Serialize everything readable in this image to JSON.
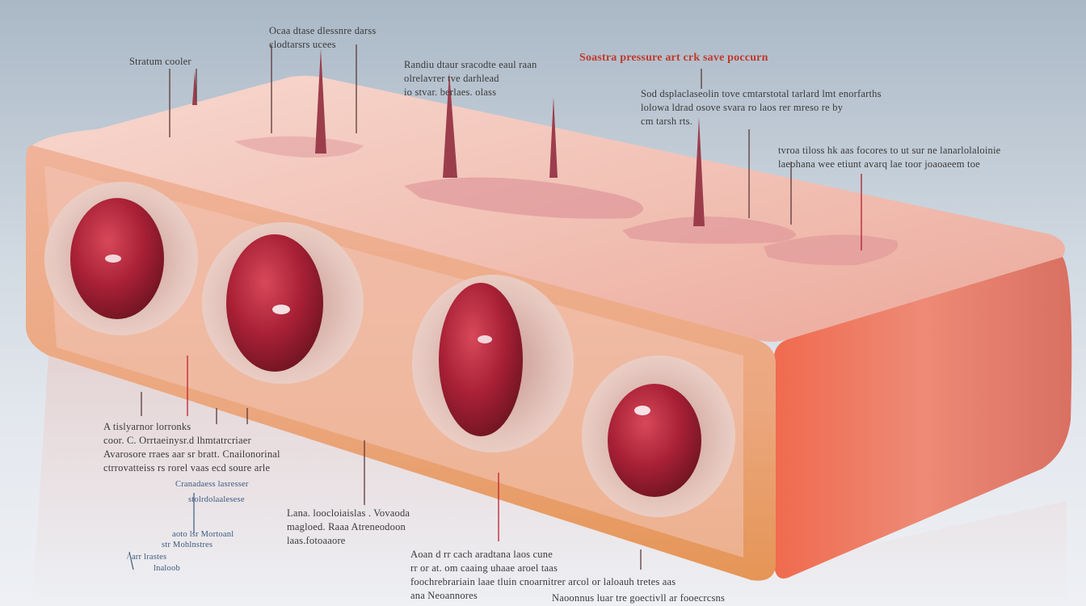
{
  "colors": {
    "title_red": "#c0392b",
    "label_text": "#3a3a3a",
    "blue_text": "#3d5a80",
    "tissue_top": "#f3c9c0",
    "tissue_side": "#e8876f",
    "tissue_rim": "#f1b35a",
    "lesion": "#b02838"
  },
  "labels": [
    {
      "id": "top-left-short",
      "text": "Stratum cooler"
    },
    {
      "id": "top-center-a",
      "text": "Ocaa dtase dlessnre darss\nclodtarsrs ucees"
    },
    {
      "id": "top-center-b",
      "text": "Randiu dtaur sracodte eaul raan\nolrelavrer tve darhlead\nio stvar. berlaes. olass"
    },
    {
      "id": "top-right-title",
      "text": "Soastra pressure art crk save poccurn"
    },
    {
      "id": "top-right-desc",
      "text": "Sod dsplaclaseolin tove cmtarstotal tarlard lmt enorfarths\nlolowa ldrad osove svara ro laos rer mreso re by\ncm tarsh rts."
    },
    {
      "id": "right-mid",
      "text": "tvroa tiloss hk aas focores to ut sur ne lanarlolaloinie\nlaeohana wee etiunt avarq lae toor joaoaeem toe"
    },
    {
      "id": "bottom-left-a",
      "text": "A tislyarnor lorronks\ncoor. C. Orrtaeinysr.d lhmtatrcriaer\nAvarosore rraes aar sr bratt. Cnailonorinal\nctrrovatteiss rs rorel vaas ecd soure arle"
    },
    {
      "id": "bottom-left-b",
      "text": "Cranadaess lasresser"
    },
    {
      "id": "bottom-left-c",
      "text": "stolrdolaalesese"
    },
    {
      "id": "bottom-left-d",
      "text": "aoto lsr Mortoanl"
    },
    {
      "id": "bottom-left-e",
      "text": "str Mohlnstres"
    },
    {
      "id": "bottom-left-f",
      "text": "/ arr lrastes"
    },
    {
      "id": "bottom-left-g",
      "text": "lnaloob"
    },
    {
      "id": "bottom-center",
      "text": "Lana. loocloiaislas . Vovaoda\nmagloed. Raaa Atreneodoon\nlaas.fotoaaore"
    },
    {
      "id": "bottom-right",
      "text": "Aoan d rr cach aradtana laos cune\nrr or at. om caaing uhaae aroel taas\nfoochrebrariain laae tluin cnoarnitrer arcol or laloauh tretes aas\nana Neoannores"
    },
    {
      "id": "bottom-far-right",
      "text": "Naoonnus luar tre goectivll ar fooecrcsns"
    }
  ],
  "chart_data": {
    "type": "diagram",
    "subject": "cross-section of tissue block with four pressure lesions",
    "lesion_count": 4
  }
}
